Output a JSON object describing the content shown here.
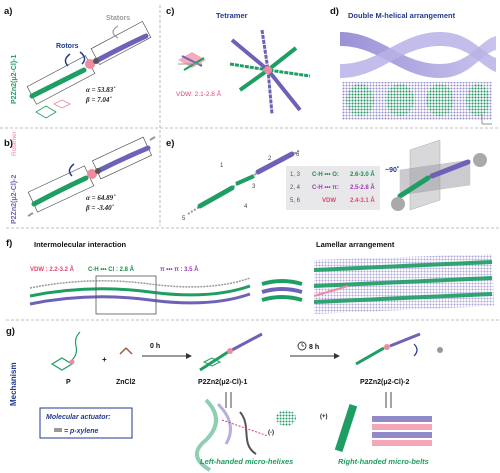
{
  "panels": {
    "a": {
      "label": "a)",
      "rotors": "Rotors",
      "stators": "Stators",
      "side_label": "P2Zn2(μ2-Cl)-1",
      "alpha": "α = 53.83˚",
      "beta": "β = 7.04˚"
    },
    "rotamer": "Rotamer",
    "b": {
      "label": "b)",
      "side_label": "P2Zn2(μ2-Cl)-2",
      "alpha": "α = 64.89˚",
      "beta": "β = -3.40˚"
    },
    "c": {
      "label": "c)",
      "title": "Tetramer",
      "vdw": "VDW: 2.1-2.8 Å"
    },
    "d": {
      "label": "d)",
      "title": "Double M-helical arrangement"
    },
    "e": {
      "label": "e)",
      "numbers": [
        "1",
        "2",
        "3",
        "4",
        "5",
        "6"
      ],
      "legend": [
        {
          "pairs": "1, 3",
          "type": "C-H ••• O:",
          "range": "2.6-3.0 Å",
          "color": "#1e8c4a"
        },
        {
          "pairs": "2, 4",
          "type": "C-H ••• π:",
          "range": "2.5-2.8 Å",
          "color": "#9b3bb5"
        },
        {
          "pairs": "5, 6",
          "type": "VDW",
          "range": "2.4-3.1 Å",
          "color": "#e0446e"
        }
      ],
      "angle": "~90˚"
    },
    "f": {
      "label": "f)",
      "title_left": "Intermolecular interaction",
      "vdw": "VDW : 2.2-3.2 Å",
      "chcl": "C-H ••• Cl : 2.8 Å",
      "pipi": "π ••• π : 3.5 Å",
      "title_right": "Lamellar arrangement"
    },
    "g": {
      "label": "g)",
      "side_label": "Mechanism",
      "p": "P",
      "zncl2": "ZnCl2",
      "time0": "0 h",
      "time8": "8 h",
      "form1": "P2Zn2(μ2-Cl)-1",
      "form2": "P2Zn2(μ2-Cl)-2",
      "actuator_title": "Molecular actuator:",
      "actuator_item": "= p-xylene",
      "minus": "(-)",
      "plus": "(+)",
      "left_result": "Left-handed micro-helixes",
      "right_result": "Right-handed micro-belts"
    }
  },
  "colors": {
    "green": "#1e9e63",
    "purple": "#6d62b8",
    "pink": "#f08aa0",
    "navy": "#233a8c",
    "gray": "#9a9a9a"
  }
}
